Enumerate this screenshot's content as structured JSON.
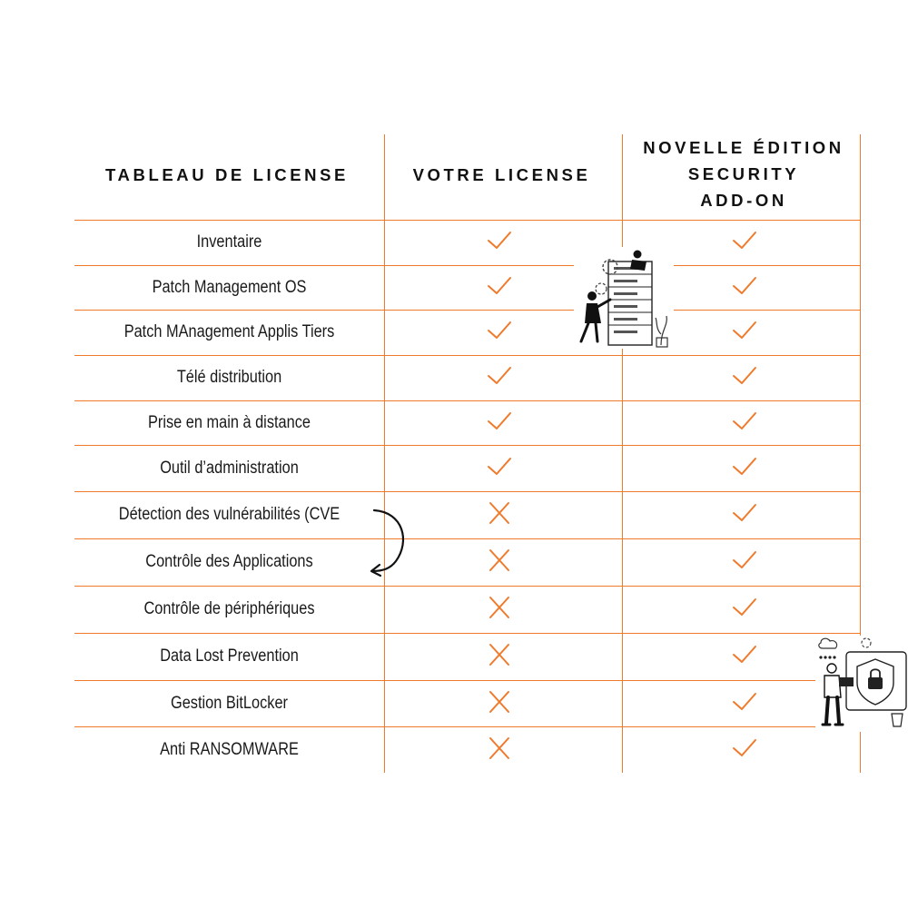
{
  "table": {
    "headers": {
      "feature": "TABLEAU DE LICENSE",
      "license": "VOTRE LICENSE",
      "edition": [
        "NOVELLE ÉDITION",
        "SECURITY",
        "ADD-ON"
      ]
    },
    "rows": [
      {
        "label": "Inventaire",
        "license": true,
        "edition": true
      },
      {
        "label": "Patch Management OS",
        "license": true,
        "edition": true
      },
      {
        "label": "Patch MAnagement Applis Tiers",
        "license": true,
        "edition": true
      },
      {
        "label": "Télé distribution",
        "license": true,
        "edition": true
      },
      {
        "label": "Prise en main à distance",
        "license": true,
        "edition": true
      },
      {
        "label": "Outil d’administration",
        "license": true,
        "edition": true
      },
      {
        "label": "Détection des vulnérabilités (CVE",
        "license": false,
        "edition": true
      },
      {
        "label": "Contrôle des Applications",
        "license": false,
        "edition": true
      },
      {
        "label": "Contrôle de périphériques",
        "license": false,
        "edition": true
      },
      {
        "label": "Data Lost Prevention",
        "license": false,
        "edition": true
      },
      {
        "label": "Gestion BitLocker",
        "license": false,
        "edition": true
      },
      {
        "label": "Anti RANSOMWARE",
        "license": false,
        "edition": true
      }
    ]
  },
  "icons": {
    "check": "check-icon",
    "cross": "cross-icon",
    "arrow": "curved-arrow-icon"
  },
  "colors": {
    "accent": "#f07a2b",
    "text": "#1a1a1a"
  }
}
